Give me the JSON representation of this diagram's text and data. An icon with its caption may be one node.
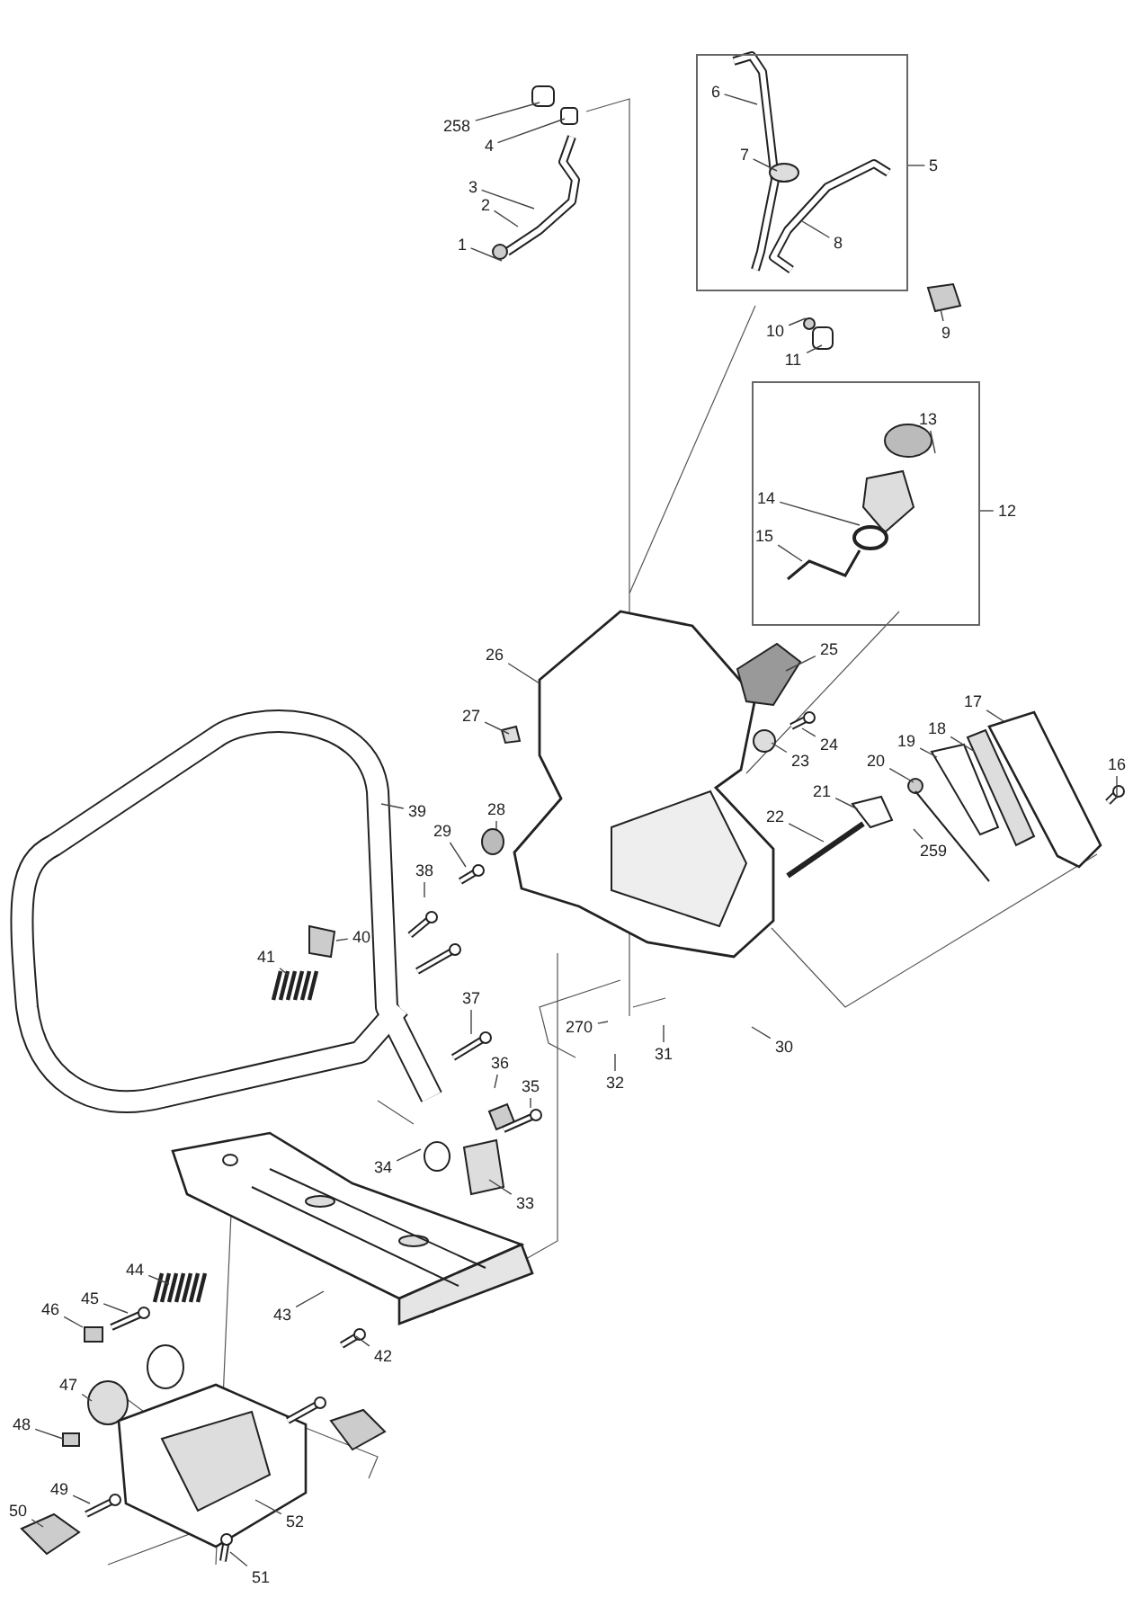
{
  "diagram": {
    "nodes": [
      {
        "text": [
          "258"
        ]
      },
      {
        "text": [
          "4"
        ]
      },
      {
        "text": [
          "3"
        ]
      },
      {
        "text": [
          "2"
        ]
      },
      {
        "text": [
          "1"
        ]
      },
      {
        "text": [],
        "shape": "box"
      },
      {
        "text": [
          "6"
        ],
        "in": 5
      },
      {
        "text": [
          "7"
        ],
        "in": 5
      },
      {
        "text": [
          "8"
        ],
        "in": 5
      },
      {
        "text": [
          "5"
        ]
      },
      {
        "text": [
          "9"
        ]
      },
      {
        "text": [
          "10"
        ]
      },
      {
        "text": [
          "11"
        ]
      },
      {
        "text": [],
        "shape": "box"
      },
      {
        "text": [
          "13"
        ],
        "in": 13
      },
      {
        "text": [
          "14"
        ],
        "in": 13
      },
      {
        "text": [
          "15"
        ],
        "in": 13
      },
      {
        "text": [
          "12"
        ]
      },
      {
        "text": [
          "26"
        ]
      },
      {
        "text": [
          "25"
        ]
      },
      {
        "text": [
          "27"
        ]
      },
      {
        "text": [
          "17"
        ]
      },
      {
        "text": [
          "18"
        ]
      },
      {
        "text": [
          "24"
        ]
      },
      {
        "text": [
          "19"
        ]
      },
      {
        "text": [
          "16"
        ]
      },
      {
        "text": [
          "23"
        ]
      },
      {
        "text": [
          "20"
        ]
      },
      {
        "text": [
          "21"
        ]
      },
      {
        "text": [
          "22"
        ]
      },
      {
        "text": [
          "28"
        ]
      },
      {
        "text": [
          "39"
        ]
      },
      {
        "text": [
          "29"
        ]
      },
      {
        "text": [
          "259"
        ]
      },
      {
        "text": [
          "38"
        ]
      },
      {
        "text": [
          "40"
        ]
      },
      {
        "text": [
          "41"
        ]
      },
      {
        "text": [
          "37"
        ]
      },
      {
        "text": [
          "270"
        ]
      },
      {
        "text": [
          "30"
        ]
      },
      {
        "text": [
          "31"
        ]
      },
      {
        "text": [
          "36"
        ]
      },
      {
        "text": [
          "32"
        ]
      },
      {
        "text": [
          "35"
        ]
      },
      {
        "text": [
          "34"
        ]
      },
      {
        "text": [
          "33"
        ]
      },
      {
        "text": [
          "44"
        ]
      },
      {
        "text": [
          "45"
        ]
      },
      {
        "text": [
          "46"
        ]
      },
      {
        "text": [
          "43"
        ]
      },
      {
        "text": [
          "42"
        ]
      },
      {
        "text": [
          "47"
        ]
      },
      {
        "text": [
          "48"
        ]
      },
      {
        "text": [
          "49"
        ]
      },
      {
        "text": [
          "52"
        ]
      },
      {
        "text": [
          "50"
        ]
      },
      {
        "text": [
          "51"
        ]
      }
    ],
    "edges": [
      {
        "from": 0,
        "to": null,
        "arrow": "none"
      },
      {
        "from": 1,
        "to": null,
        "arrow": "none"
      },
      {
        "from": 2,
        "to": null,
        "arrow": "none"
      },
      {
        "from": 3,
        "to": null,
        "arrow": "none"
      },
      {
        "from": 4,
        "to": null,
        "arrow": "none"
      },
      {
        "from": 6,
        "to": null,
        "arrow": "none"
      },
      {
        "from": 7,
        "to": null,
        "arrow": "none"
      },
      {
        "from": 8,
        "to": null,
        "arrow": "none"
      },
      {
        "from": 9,
        "to": 5,
        "arrow": "none"
      },
      {
        "from": 10,
        "to": null,
        "arrow": "none"
      },
      {
        "from": 11,
        "to": null,
        "arrow": "none"
      },
      {
        "from": 12,
        "to": null,
        "arrow": "none"
      },
      {
        "from": 14,
        "to": null,
        "arrow": "none"
      },
      {
        "from": 15,
        "to": null,
        "arrow": "none"
      },
      {
        "from": 16,
        "to": null,
        "arrow": "none"
      },
      {
        "from": 17,
        "to": 13,
        "arrow": "none"
      },
      {
        "from": 18,
        "to": null,
        "arrow": "none"
      },
      {
        "from": 19,
        "to": null,
        "arrow": "none"
      },
      {
        "from": 20,
        "to": null,
        "arrow": "none"
      },
      {
        "from": 21,
        "to": null,
        "arrow": "none"
      },
      {
        "from": 22,
        "to": null,
        "arrow": "none"
      },
      {
        "from": 23,
        "to": null,
        "arrow": "none"
      },
      {
        "from": 24,
        "to": null,
        "arrow": "none"
      },
      {
        "from": 25,
        "to": null,
        "arrow": "none"
      },
      {
        "from": 26,
        "to": null,
        "arrow": "none"
      },
      {
        "from": 27,
        "to": null,
        "arrow": "none"
      },
      {
        "from": 28,
        "to": null,
        "arrow": "none"
      },
      {
        "from": 29,
        "to": null,
        "arrow": "none"
      },
      {
        "from": 30,
        "to": null,
        "arrow": "none"
      },
      {
        "from": 31,
        "to": null,
        "arrow": "none"
      },
      {
        "from": 32,
        "to": null,
        "arrow": "none"
      },
      {
        "from": 33,
        "to": null,
        "arrow": "none"
      },
      {
        "from": 34,
        "to": null,
        "arrow": "none"
      },
      {
        "from": 35,
        "to": null,
        "arrow": "none"
      },
      {
        "from": 36,
        "to": null,
        "arrow": "none"
      },
      {
        "from": 37,
        "to": null,
        "arrow": "none"
      },
      {
        "from": 38,
        "to": null,
        "arrow": "none"
      },
      {
        "from": 39,
        "to": null,
        "arrow": "none"
      },
      {
        "from": 40,
        "to": null,
        "arrow": "none"
      },
      {
        "from": 41,
        "to": null,
        "arrow": "none"
      },
      {
        "from": 42,
        "to": null,
        "arrow": "none"
      },
      {
        "from": 43,
        "to": null,
        "arrow": "none"
      },
      {
        "from": 44,
        "to": null,
        "arrow": "none"
      },
      {
        "from": 45,
        "to": null,
        "arrow": "none"
      },
      {
        "from": 46,
        "to": null,
        "arrow": "none"
      },
      {
        "from": 47,
        "to": null,
        "arrow": "none"
      },
      {
        "from": 48,
        "to": null,
        "arrow": "none"
      },
      {
        "from": 49,
        "to": null,
        "arrow": "none"
      },
      {
        "from": 50,
        "to": null,
        "arrow": "none"
      },
      {
        "from": 51,
        "to": null,
        "arrow": "none"
      },
      {
        "from": 52,
        "to": null,
        "arrow": "none"
      },
      {
        "from": 53,
        "to": null,
        "arrow": "none"
      },
      {
        "from": 54,
        "to": null,
        "arrow": "none"
      },
      {
        "from": 55,
        "to": null,
        "arrow": "none"
      },
      {
        "from": 56,
        "to": null,
        "arrow": "none"
      }
    ]
  }
}
